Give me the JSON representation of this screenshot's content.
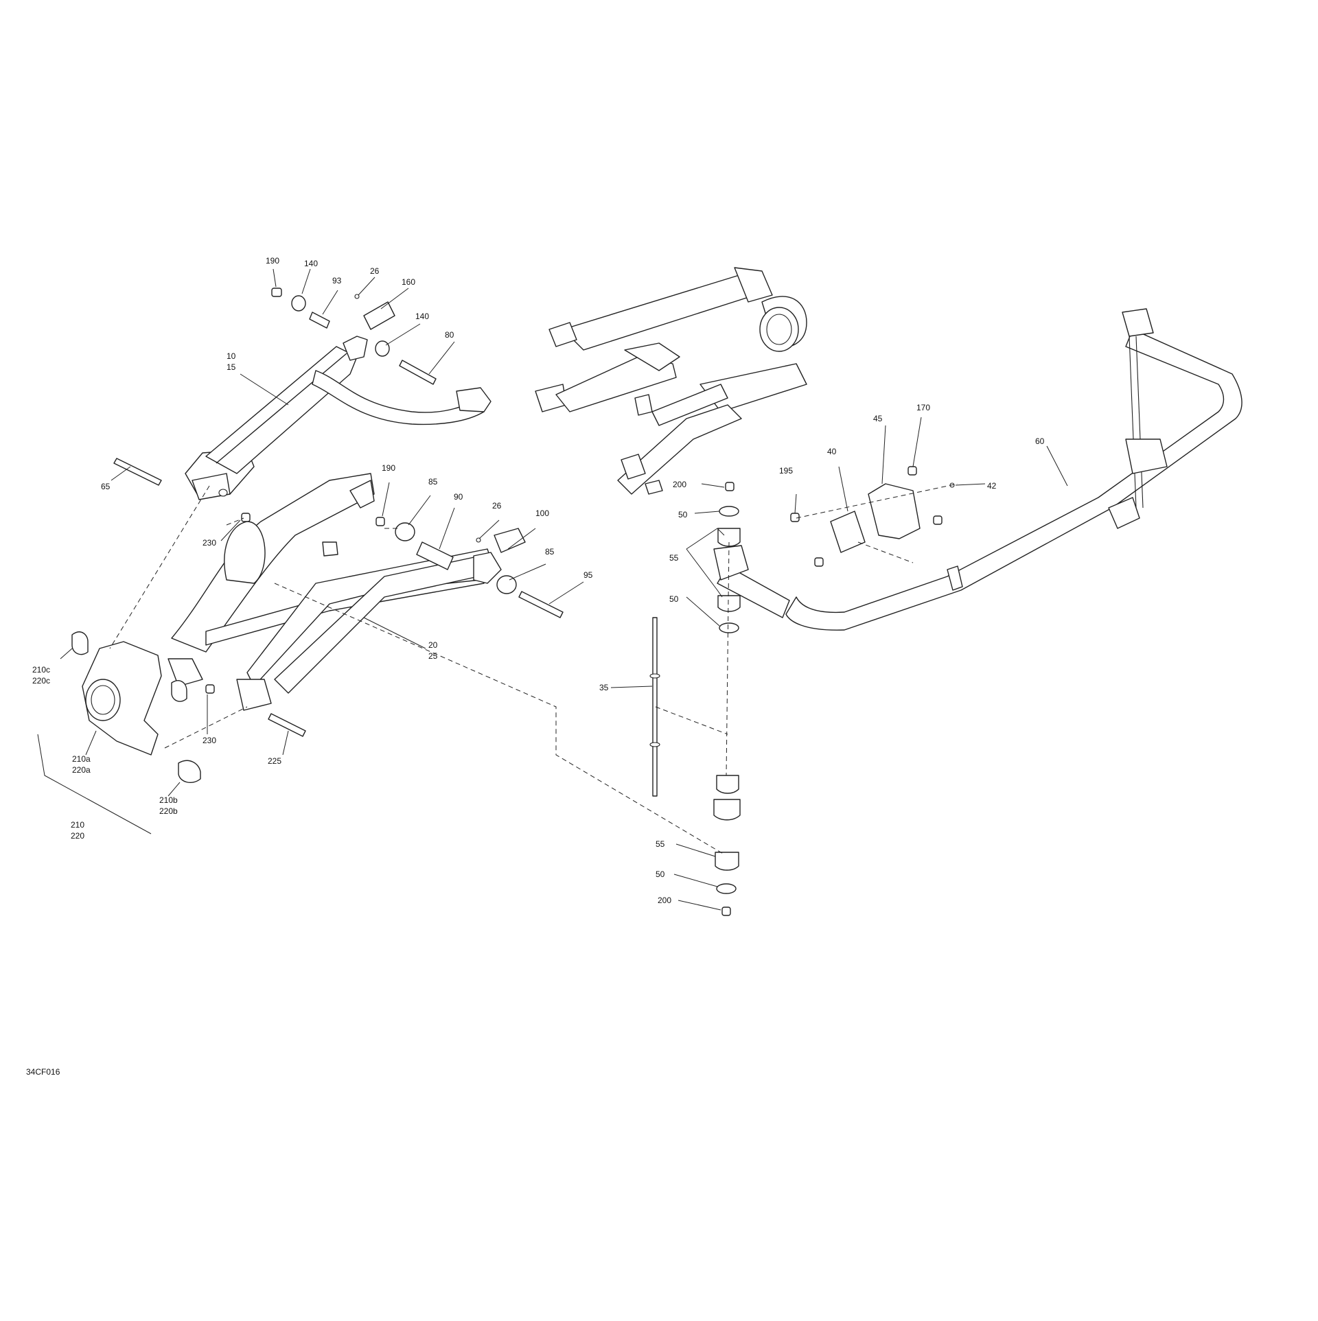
{
  "figure_code": "34CF016",
  "callouts": {
    "c190a": "190",
    "c140a": "140",
    "c93": "93",
    "c26a": "26",
    "c160": "160",
    "c140b": "140",
    "c80": "80",
    "c10": "10",
    "c15": "15",
    "c65": "65",
    "c230a": "230",
    "c190b": "190",
    "c85a": "85",
    "c90": "90",
    "c26b": "26",
    "c100": "100",
    "c85b": "85",
    "c95": "95",
    "c20": "20",
    "c25": "25",
    "c210c": "210c",
    "c220c": "220c",
    "c230b": "230",
    "c225": "225",
    "c210a": "210a",
    "c220a": "220a",
    "c210b": "210b",
    "c220b": "220b",
    "c210": "210",
    "c220": "220",
    "c45": "45",
    "c170": "170",
    "c40": "40",
    "c195": "195",
    "c42": "42",
    "c60": "60",
    "c200a": "200",
    "c50a": "50",
    "c55a": "55",
    "c50b": "50",
    "c35": "35",
    "c55b": "55",
    "c50c": "50",
    "c200b": "200"
  }
}
